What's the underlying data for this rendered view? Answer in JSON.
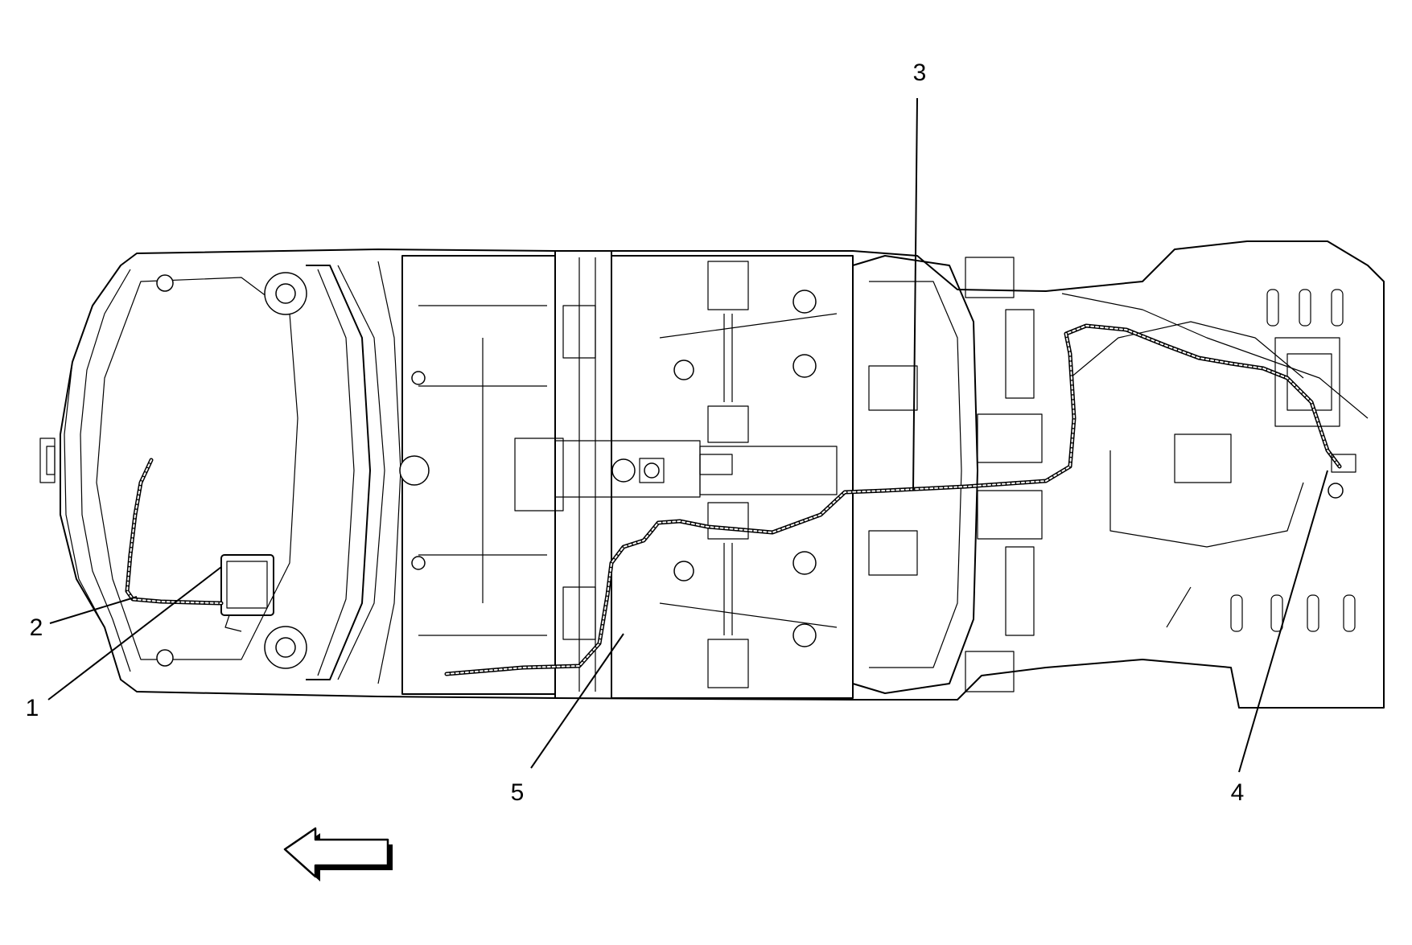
{
  "diagram": {
    "callouts": [
      {
        "id": "1",
        "label": "1"
      },
      {
        "id": "2",
        "label": "2"
      },
      {
        "id": "3",
        "label": "3"
      },
      {
        "id": "4",
        "label": "4"
      },
      {
        "id": "5",
        "label": "5"
      }
    ],
    "direction_arrow": "arrow-left-icon"
  }
}
